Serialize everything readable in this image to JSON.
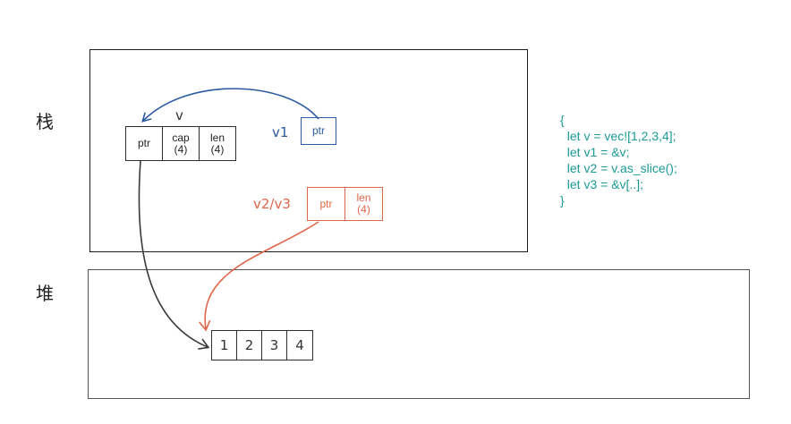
{
  "regions": {
    "stack_label": "栈",
    "heap_label": "堆"
  },
  "vec_v": {
    "name": "v",
    "ptr": "ptr",
    "cap": "cap",
    "cap_value": "(4)",
    "len": "len",
    "len_value": "(4)"
  },
  "ref_v1": {
    "name": "v1",
    "ptr": "ptr"
  },
  "slice_v2v3": {
    "name": "v2/v3",
    "ptr": "ptr",
    "len": "len",
    "len_value": "(4)"
  },
  "heap_array": [
    "1",
    "2",
    "3",
    "4"
  ],
  "code_lines": [
    "{",
    "  let v = vec![1,2,3,4];",
    "  let v1 = &v;",
    "  let v2 = v.as_slice();",
    "  let v3 = &v[..];",
    "}"
  ],
  "colors": {
    "blue": "#2c5aa0",
    "orange": "#e0664a",
    "dark": "#3a3a3a",
    "code": "#1a9a96"
  }
}
